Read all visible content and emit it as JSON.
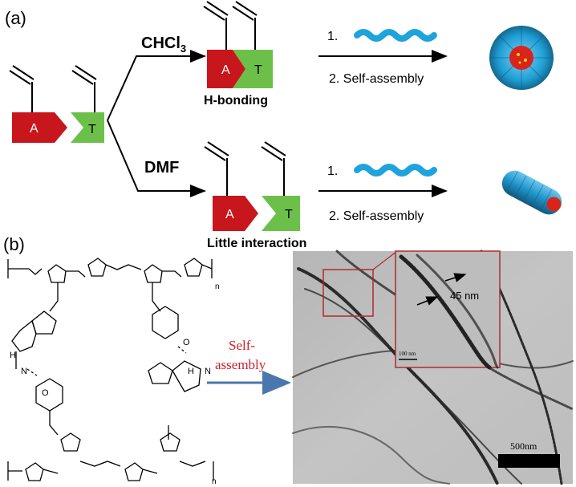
{
  "panel_a": {
    "label": "(a)",
    "solvent_top": "CHCl",
    "solvent_top_sub": "3",
    "solvent_bottom": "DMF",
    "monomer_a": "A",
    "monomer_t": "T",
    "note_top": "H-bonding",
    "note_bottom": "Little interaction",
    "step1": "1.",
    "step2": "2. Self-assembly"
  },
  "panel_b": {
    "label": "(b)",
    "arrow_label_line1": "Self-",
    "arrow_label_line2": "assembly",
    "measure": "45 nm",
    "inset_scale": "100 nm",
    "scale_bar": "500nm",
    "n_sub": "n",
    "nh_h": "H",
    "nh_n": "N",
    "o_atom": "O"
  },
  "colors": {
    "adenine": "#c8161d",
    "thymine": "#6cc04a",
    "polymer": "#1fa3dc",
    "core": "#d9241c",
    "arrow_blue": "#4a77ad",
    "red_text": "#d2202a"
  }
}
